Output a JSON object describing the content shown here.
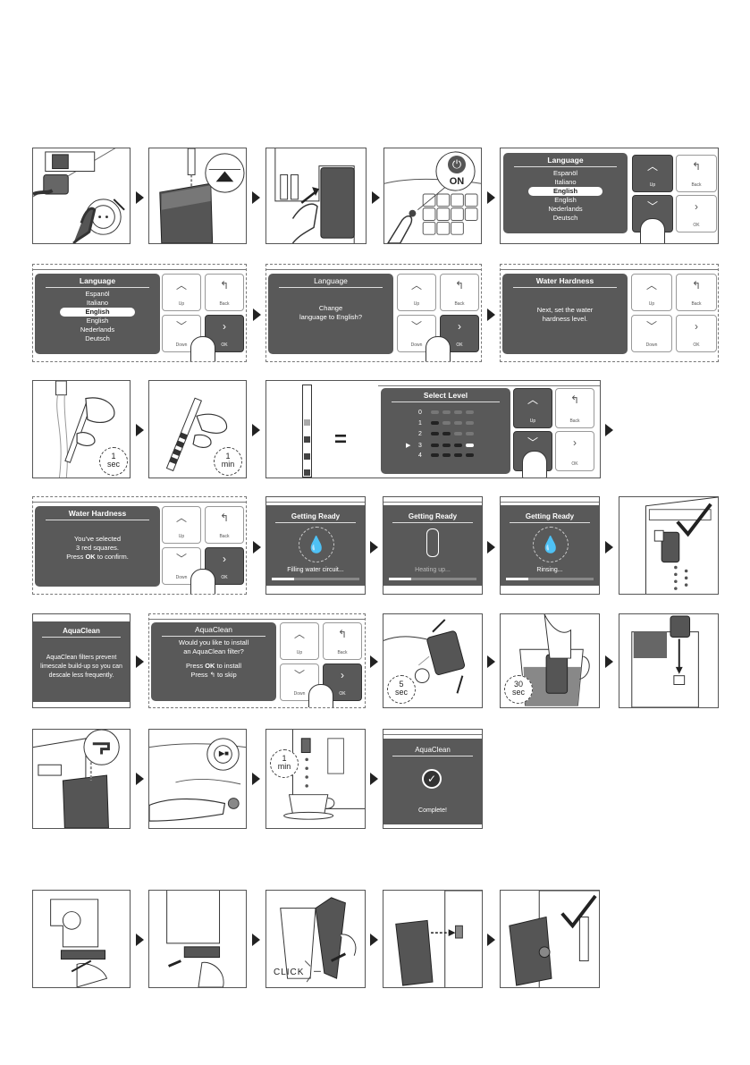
{
  "icons": {
    "power": "power-icon",
    "up": "chevron-up-icon",
    "down": "chevron-down-icon",
    "back": "back-arrow-icon",
    "ok": "chevron-right-icon",
    "drop": "water-drop-icon",
    "thermo": "thermometer-icon",
    "check": "check-icon"
  },
  "language_dialog": {
    "title": "Language",
    "items": [
      "Espanöl",
      "Italiano",
      "English",
      "English",
      "Nederlands",
      "Deutsch"
    ]
  },
  "power_label": "ON",
  "buttons": {
    "up": "Up",
    "back": "Back",
    "down": "Down",
    "ok": "OK"
  },
  "change_language": {
    "title": "Language",
    "line1": "Change",
    "line2": "language to English?"
  },
  "water_hardness_intro": {
    "title": "Water Hardness",
    "line1": "Next, set the water",
    "line2": "hardness level."
  },
  "timers": {
    "one_sec_num": "1",
    "one_sec_unit": "sec",
    "one_min_num": "1",
    "one_min_unit": "min",
    "five_sec_num": "5",
    "five_sec_unit": "sec",
    "thirty_sec_num": "30",
    "thirty_sec_unit": "sec"
  },
  "equals": "=",
  "select_level": {
    "title": "Select Level",
    "levels": [
      "0",
      "1",
      "2",
      "3",
      "4"
    ],
    "selected": "3"
  },
  "water_hardness_confirm": {
    "title": "Water Hardness",
    "line1": "You've selected",
    "line2": "3 red squares.",
    "line3_a": "Press",
    "line3_b": "OK",
    "line3_c": "to confirm."
  },
  "getting_ready": {
    "title": "Getting Ready",
    "s1": "Filling water circuit...",
    "s2": "Heating up...",
    "s3": "Rinsing..."
  },
  "aquaclean_info": {
    "title": "AquaClean",
    "line1": "AquaClean filters prevent",
    "line2": "limescale build-up so you can",
    "line3": "descale less frequently."
  },
  "aquaclean_install": {
    "title": "AquaClean",
    "line1": "Would you like to install",
    "line2": "an AquaClean filter?",
    "line3_a": "Press",
    "line3_b": "OK",
    "line3_c": "to install",
    "line4_a": "Press",
    "line4_c": "to skip"
  },
  "aquaclean_complete": {
    "title": "AquaClean",
    "status": "Complete!"
  },
  "click_label": "CLICK"
}
